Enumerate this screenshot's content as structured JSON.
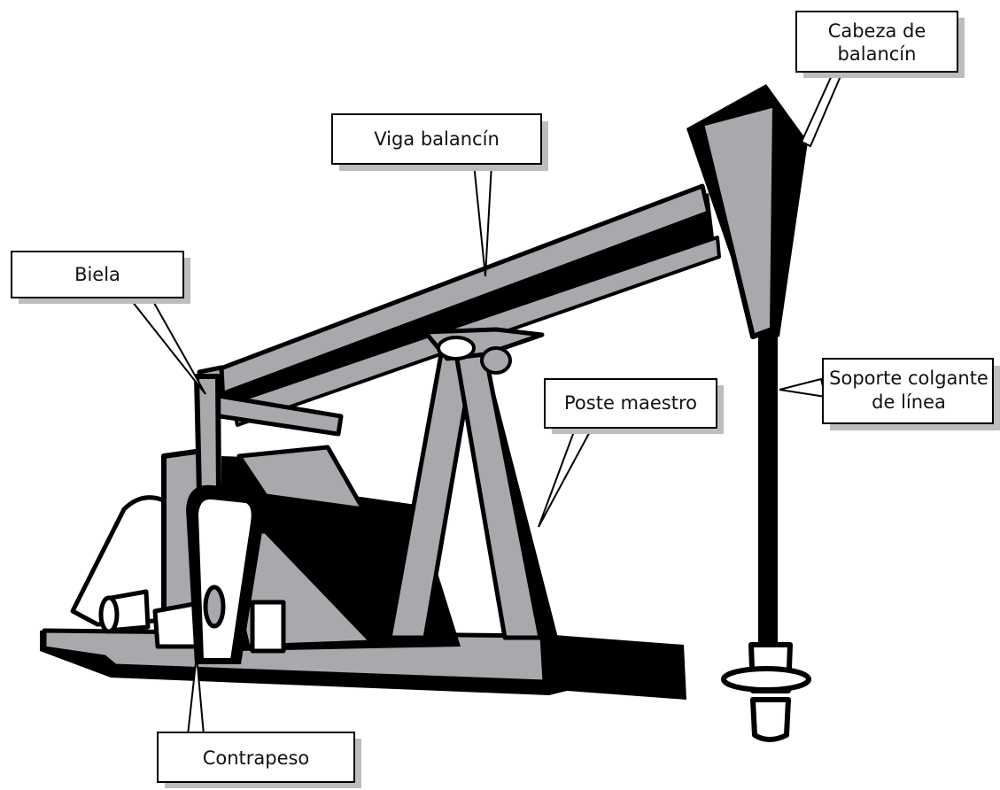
{
  "colors": {
    "ink": "#000000",
    "metal_gray": "#a7a9ac",
    "shadow_gray": "#bdbdbd",
    "paper": "#ffffff"
  },
  "labels": {
    "cabeza": [
      "Cabeza de",
      "balancín"
    ],
    "viga": "Viga balancín",
    "biela": "Biela",
    "poste": "Poste maestro",
    "soporte": [
      "Soporte colgante",
      "de línea"
    ],
    "contrapeso": "Contrapeso"
  }
}
